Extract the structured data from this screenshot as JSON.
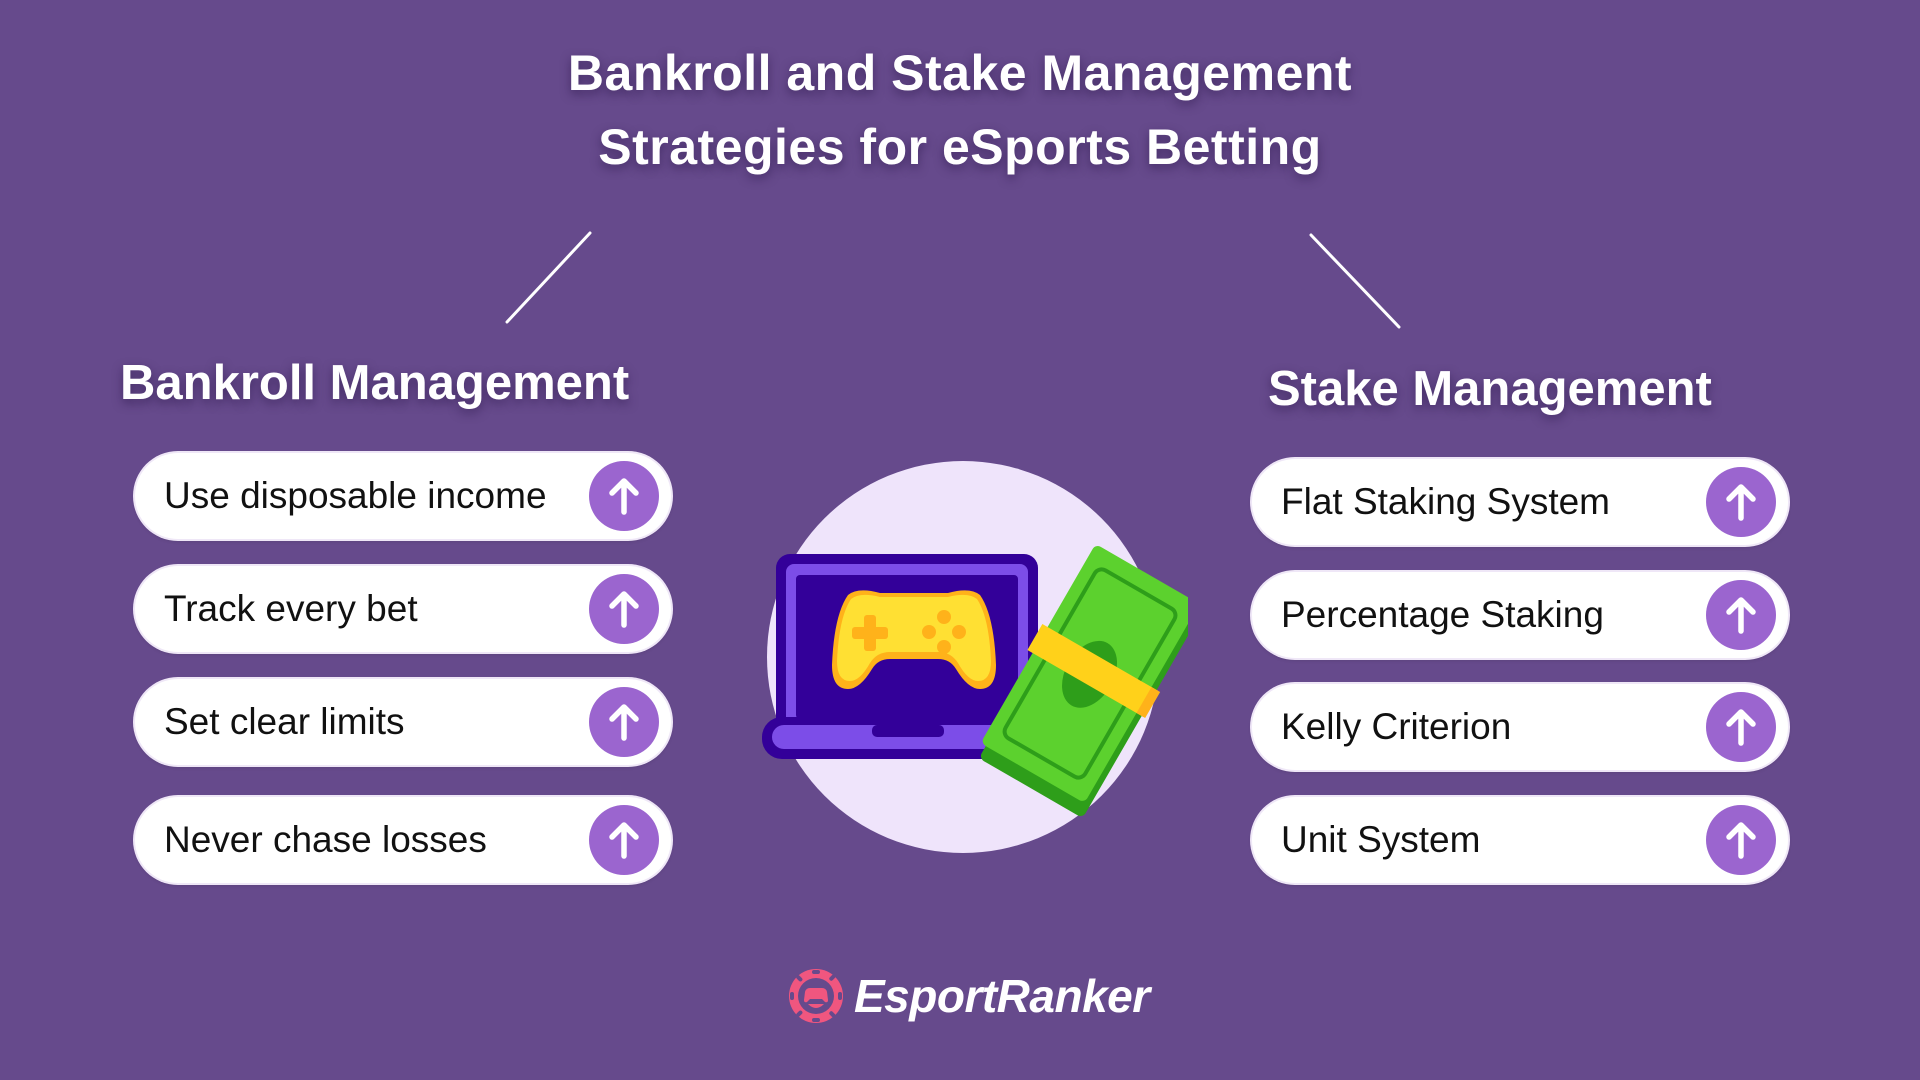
{
  "title": {
    "line1": "Bankroll and Stake Management",
    "line2": "Strategies for eSports Betting"
  },
  "colors": {
    "background": "#664A8C",
    "pill": "#FFFFFF",
    "arrow_button": "#9B65CF",
    "circle": "#EFE4FB",
    "laptop": "#7C4DE8",
    "laptop_dark": "#330099",
    "controller": "#FFE033",
    "cash": "#5CD12E",
    "band": "#FFD11A",
    "logo_pink": "#F0567F"
  },
  "bankroll": {
    "heading": "Bankroll Management",
    "items": [
      {
        "label": "Use disposable income",
        "icon": "arrow-up-icon"
      },
      {
        "label": "Track every bet",
        "icon": "arrow-up-icon"
      },
      {
        "label": "Set clear limits",
        "icon": "arrow-up-icon"
      },
      {
        "label": "Never chase losses",
        "icon": "arrow-up-icon"
      }
    ]
  },
  "stake": {
    "heading": "Stake Management",
    "items": [
      {
        "label": "Flat Staking System",
        "icon": "arrow-up-icon"
      },
      {
        "label": "Percentage Staking",
        "icon": "arrow-up-icon"
      },
      {
        "label": "Kelly Criterion",
        "icon": "arrow-up-icon"
      },
      {
        "label": "Unit System",
        "icon": "arrow-up-icon"
      }
    ]
  },
  "illustration": {
    "icons": [
      "laptop-icon",
      "gamepad-icon",
      "cash-stack-icon"
    ]
  },
  "logo": {
    "text": "EsportRanker",
    "icon": "poker-chip-gamepad-icon"
  }
}
